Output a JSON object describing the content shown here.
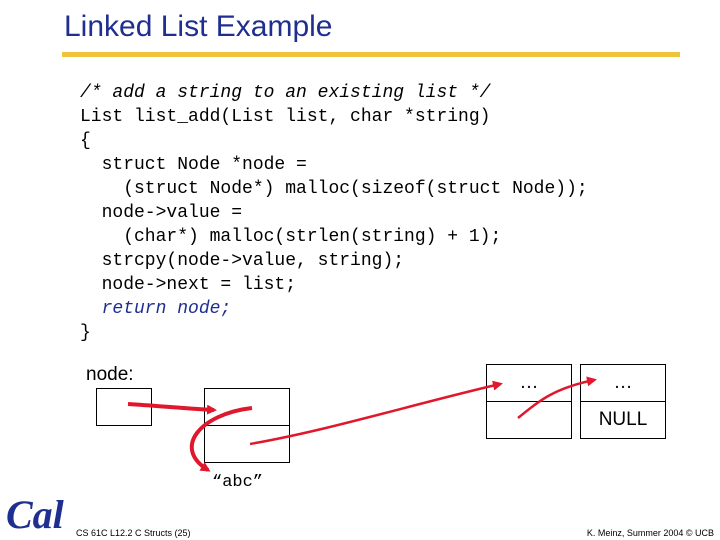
{
  "slide": {
    "title": "Linked List Example",
    "footer_left": "CS 61C L12.2 C Structs (25)",
    "footer_right": "K. Meinz, Summer 2004 © UCB",
    "logo_text": "Cal"
  },
  "code": {
    "lines": [
      "/* add a string to an existing list */",
      "List list_add(List list, char *string)",
      "{",
      "  struct Node *node =",
      "    (struct Node*) malloc(sizeof(struct Node));",
      "  node->value =",
      "    (char*) malloc(strlen(string) + 1);",
      "  strcpy(node->value, string);",
      "  node->next = list;",
      "  return node;",
      "}"
    ]
  },
  "diagram": {
    "node_label": "node:",
    "list_node_1_top": "…",
    "list_node_2_top": "…",
    "list_node_2_bottom": "NULL",
    "string_value": "“abc”"
  },
  "colors": {
    "title": "#1f2f8f",
    "rule": "#f0c33c",
    "arrow": "#e0182d",
    "logo": "#1f2f8f"
  }
}
